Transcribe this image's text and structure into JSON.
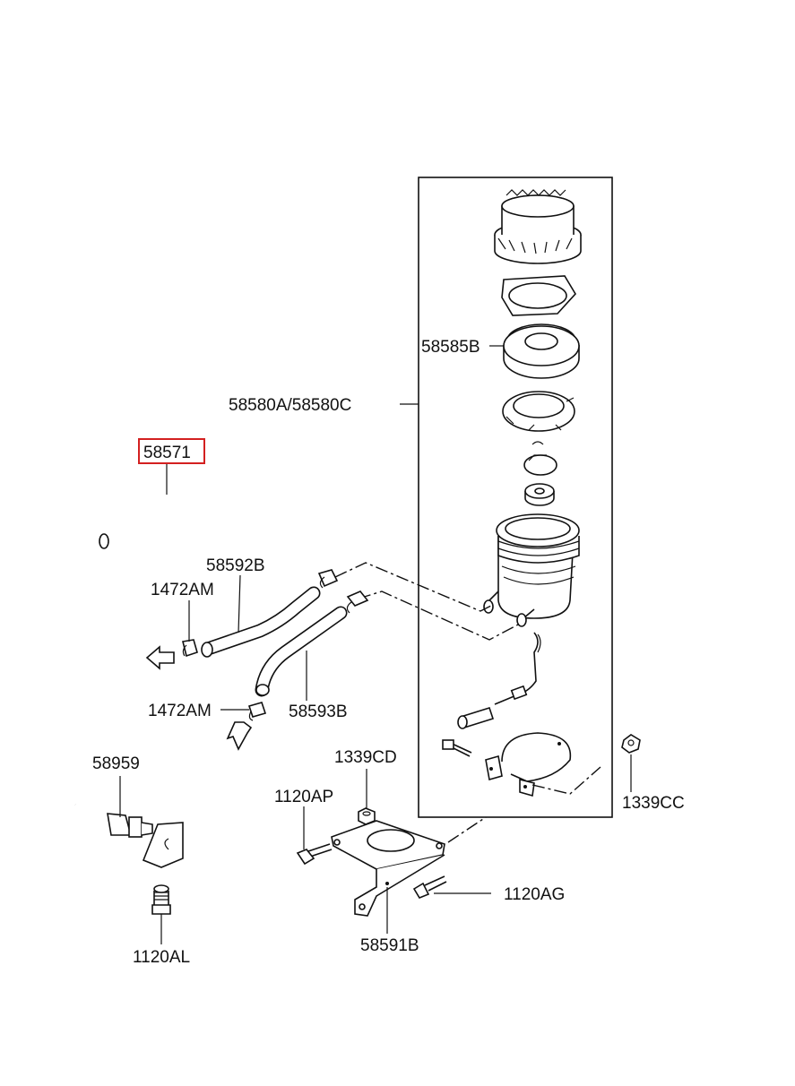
{
  "diagram": {
    "highlight_color": "#d32020",
    "labels": {
      "p58585B": "58585B",
      "p58580": "58580A/58580C",
      "p58571": "58571",
      "p58592B": "58592B",
      "p1472AM_upper": "1472AM",
      "p1472AM_lower": "1472AM",
      "p58593B": "58593B",
      "p58959": "58959",
      "p1339CD": "1339CD",
      "p1120AP": "1120AP",
      "p1339CC": "1339CC",
      "p1120AG": "1120AG",
      "p58591B": "58591B",
      "p1120AL": "1120AL"
    }
  }
}
